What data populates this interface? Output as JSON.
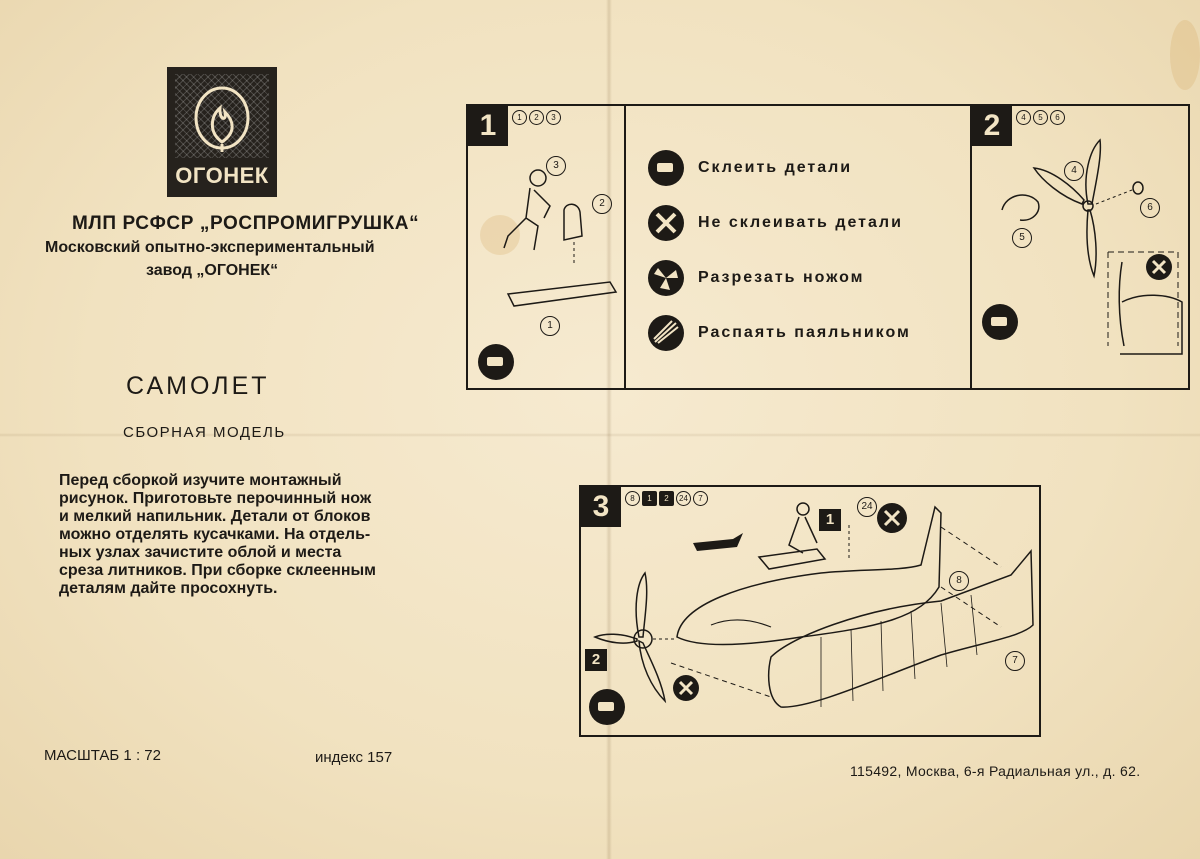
{
  "logo": {
    "text": "ОГОНЕК"
  },
  "header": {
    "org_line1": "МЛП РСФСР „РОСПРОМИГРУШКА“",
    "org_line2": "Московский опытно-экспериментальный",
    "org_line3": "завод „ОГОНЕК“"
  },
  "title": "САМОЛЕТ",
  "subtitle": "СБОРНАЯ МОДЕЛЬ",
  "intro_lines": [
    "Перед сборкой изучите монтажный",
    "рисунок. Приготовьте перочинный нож",
    "и мелкий напильник. Детали от блоков",
    "можно отделять кусачками. На отдель-",
    "ных узлах зачистите облой и места",
    "среза литников. При сборке склеенным",
    "деталям дайте просохнуть."
  ],
  "scale": "МАСШТАБ 1 : 72",
  "index": "индекс 157",
  "address": "115492, Москва, 6-я Радиальная ул., д. 62.",
  "legend": [
    {
      "text": "Склеить детали",
      "icon": "glue-tube-icon"
    },
    {
      "text": "Не склеивать детали",
      "icon": "no-glue-icon"
    },
    {
      "text": "Разрезать ножом",
      "icon": "knife-cut-icon"
    },
    {
      "text": "Распаять паяльником",
      "icon": "soldering-iron-icon"
    }
  ],
  "steps": [
    {
      "number": "1",
      "parts": [
        "1",
        "2",
        "3"
      ],
      "callouts": [
        "3",
        "2",
        "1"
      ]
    },
    {
      "number": "2",
      "parts": [
        "4",
        "5",
        "6"
      ],
      "callouts": [
        "4",
        "5",
        "6"
      ]
    },
    {
      "number": "3",
      "parts": [
        "8",
        "1",
        "2",
        "24",
        "7"
      ],
      "callouts": [
        "24",
        "8",
        "7"
      ],
      "sub_labels": [
        "1",
        "2"
      ]
    }
  ]
}
